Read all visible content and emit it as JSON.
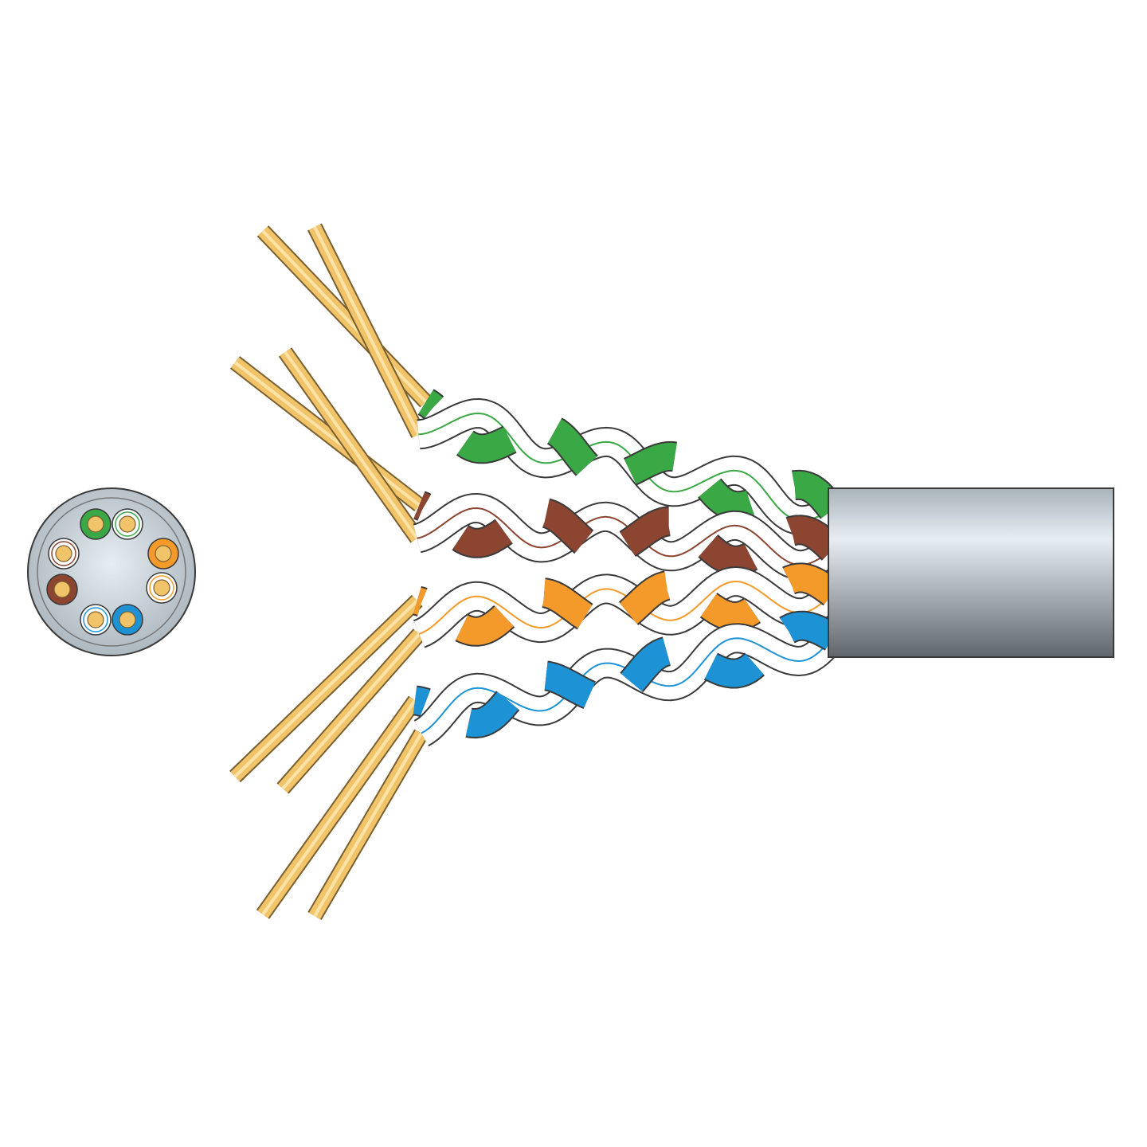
{
  "illustration": {
    "subject": "twisted-pair-cable",
    "background": "#ffffff",
    "outline_color": "#3a3a3a",
    "jacket": {
      "color_light": "#e6eef3",
      "color_mid": "#a9b3ba",
      "color_dark": "#5f676d"
    },
    "copper": {
      "fill": "#f2c46a",
      "highlight": "#fbe3a8",
      "edge": "#7a6030"
    },
    "white_insulation": "#ffffff",
    "pairs": [
      {
        "id": "green",
        "color": "#3aa845"
      },
      {
        "id": "brown",
        "color": "#8b4530"
      },
      {
        "id": "orange",
        "color": "#f39a2a"
      },
      {
        "id": "blue",
        "color": "#1d93d6"
      }
    ]
  }
}
